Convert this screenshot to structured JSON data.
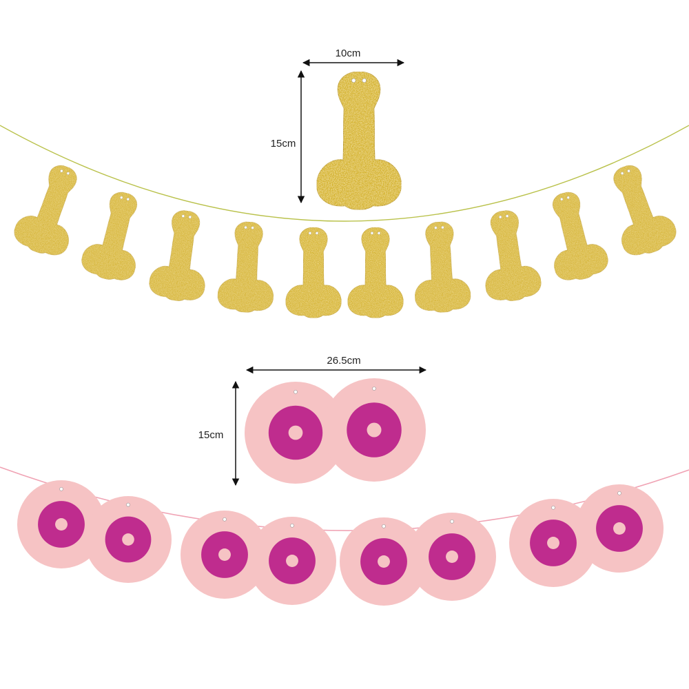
{
  "labels": {
    "gold_width": "10cm",
    "gold_height": "15cm",
    "pink_width": "26.5cm",
    "pink_height": "15cm"
  },
  "colors": {
    "gold": "#d4b22c",
    "gold_dark": "#b8951c",
    "gold_light": "#ecd669",
    "gold_string": "#b9c14a",
    "pink_outer": "#f6c3c4",
    "pink_inner": "#bf2c8e",
    "pink_string": "#f0a3b4",
    "arrow": "#111111"
  }
}
